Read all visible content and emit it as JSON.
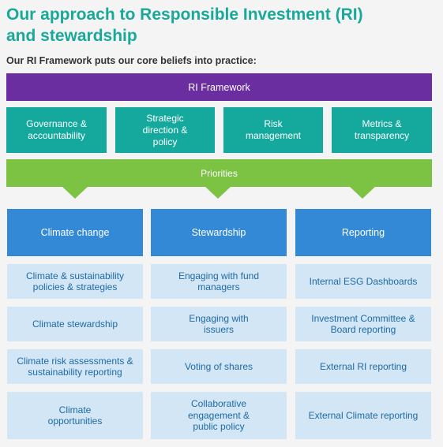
{
  "title": "Our approach to Responsible Investment (RI)\nand stewardship",
  "subtitle": "Our RI Framework puts our core beliefs into practice:",
  "framework_label": "RI Framework",
  "pillars": [
    "Governance &\naccountability",
    "Strategic\ndirection &\npolicy",
    "Risk\nmanagement",
    "Metrics &\ntransparency"
  ],
  "priorities_label": "Priorities",
  "columns": [
    {
      "heading": "Climate change",
      "items": [
        "Climate & sustainability\npolicies & strategies",
        "Climate stewardship",
        "Climate risk assessments &\nsustainability reporting",
        "Climate\nopportunities"
      ]
    },
    {
      "heading": "Stewardship",
      "items": [
        "Engaging with fund\nmanagers",
        "Engaging with\nissuers",
        "Voting of shares",
        "Collaborative\nengagement &\npublic policy"
      ]
    },
    {
      "heading": "Reporting",
      "items": [
        "Internal ESG Dashboards",
        "Investment Committee &\nBoard reporting",
        "External RI reporting",
        "External Climate reporting"
      ]
    }
  ],
  "colors": {
    "title": "#1aa89a",
    "framework": "#6a2ea0",
    "pillar": "#15a99d",
    "priorities": "#7cc243",
    "column_heading": "#3389d6",
    "cell_bg": "#d2e6f5",
    "cell_text": "#1f6aa5"
  }
}
